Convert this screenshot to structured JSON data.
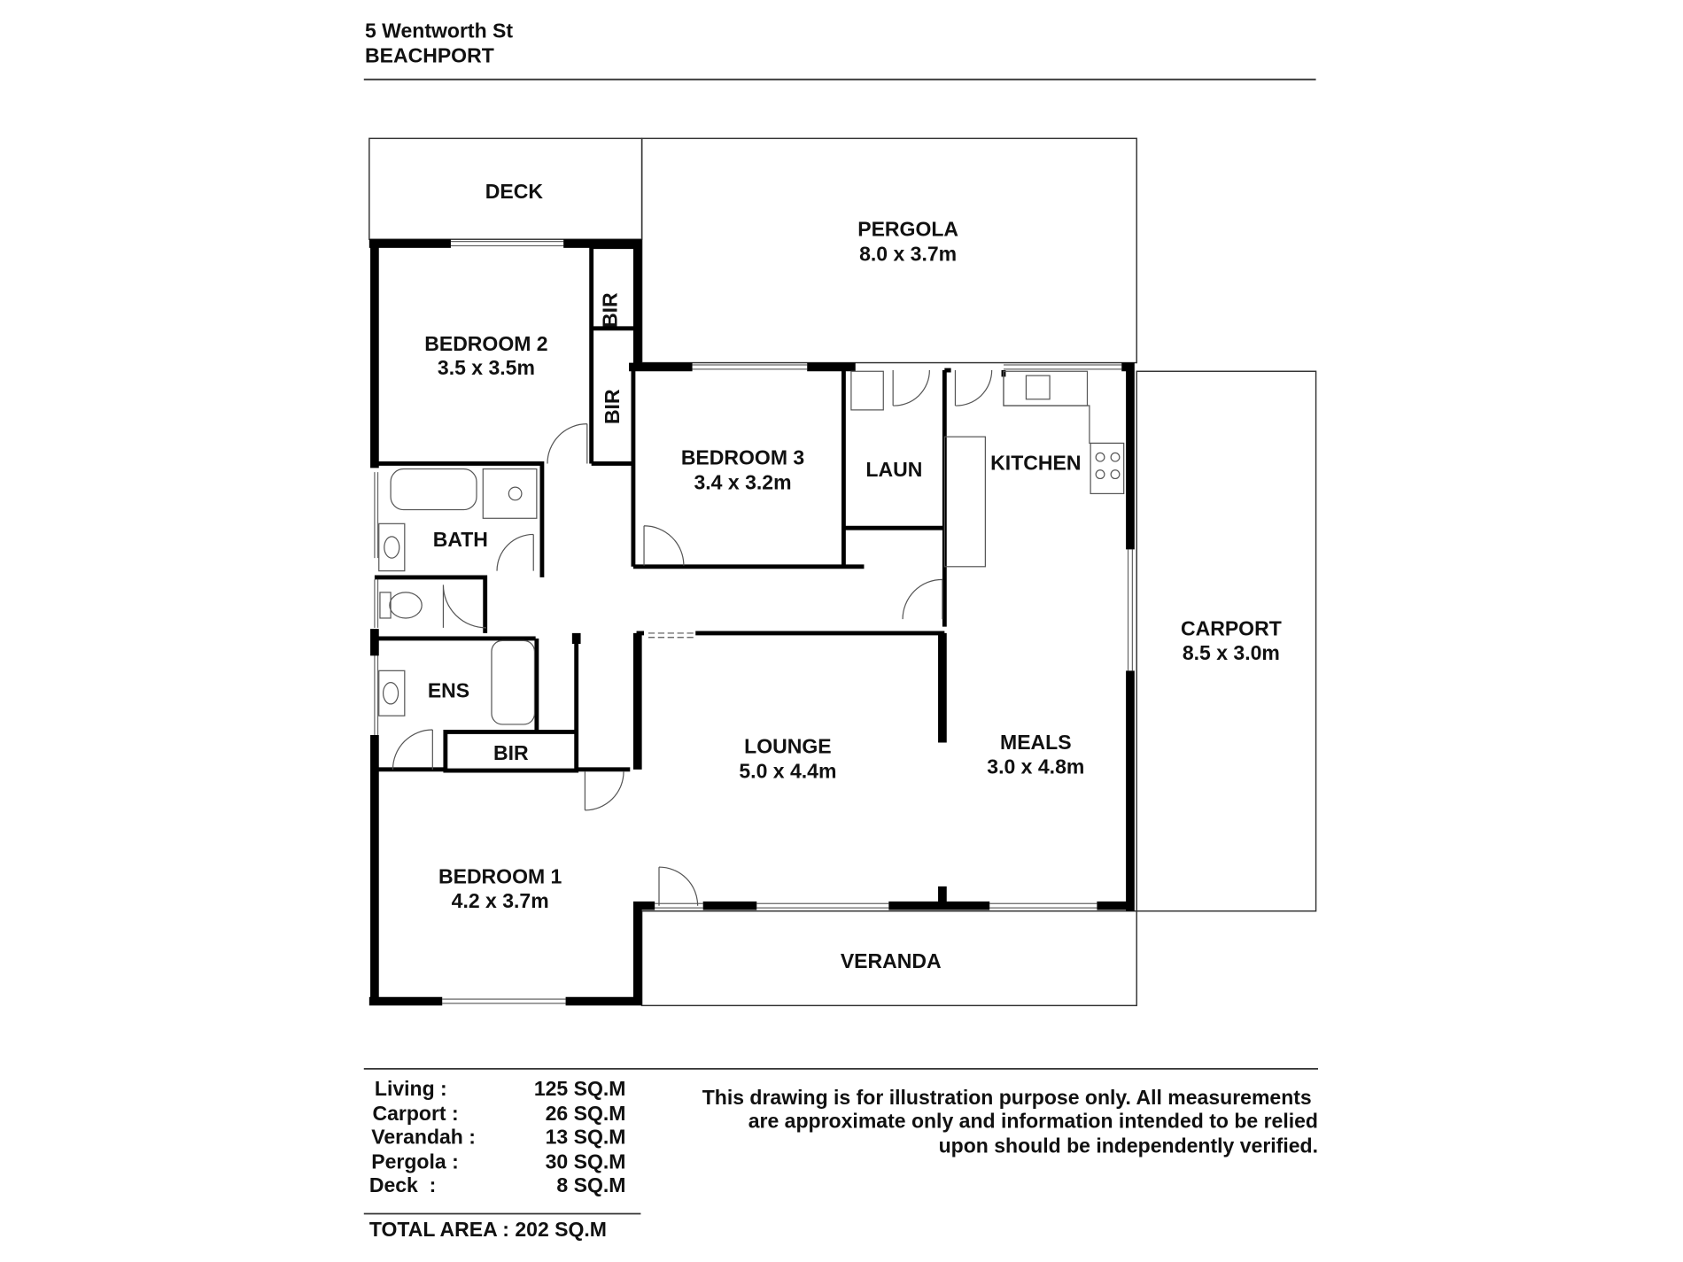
{
  "header": {
    "address": "5 Wentworth St",
    "suburb": "BEACHPORT"
  },
  "rooms": {
    "deck": {
      "name": "DECK"
    },
    "pergola": {
      "name": "PERGOLA",
      "size": "8.0 x 3.7m"
    },
    "bedroom2": {
      "name": "BEDROOM 2",
      "size": "3.5 x 3.5m"
    },
    "bir_a": {
      "name": "BIR"
    },
    "bir_b": {
      "name": "BIR"
    },
    "bedroom3": {
      "name": "BEDROOM 3",
      "size": "3.4 x 3.2m"
    },
    "laundry": {
      "name": "LAUN"
    },
    "kitchen": {
      "name": "KITCHEN"
    },
    "bath": {
      "name": "BATH"
    },
    "ensuite": {
      "name": "ENS"
    },
    "bir_c": {
      "name": "BIR"
    },
    "carport": {
      "name": "CARPORT",
      "size": "8.5 x 3.0m"
    },
    "lounge": {
      "name": "LOUNGE",
      "size": "5.0 x 4.4m"
    },
    "meals": {
      "name": "MEALS",
      "size": "3.0 x 4.8m"
    },
    "bedroom1": {
      "name": "BEDROOM 1",
      "size": "4.2 x 3.7m"
    },
    "veranda": {
      "name": "VERANDA"
    }
  },
  "areas": [
    {
      "label": "Living :",
      "value": "125 SQ.M"
    },
    {
      "label": "Carport :",
      "value": "26 SQ.M"
    },
    {
      "label": "Verandah :",
      "value": "13 SQ.M"
    },
    {
      "label": "Pergola :",
      "value": "30 SQ.M"
    },
    {
      "label": "Deck  :",
      "value": "8 SQ.M"
    }
  ],
  "total_area": "TOTAL AREA : 202 SQ.M",
  "disclaimer": [
    "This drawing is for illustration purpose only. All measurements",
    "are approximate only and information intended to be relied",
    "upon should be independently verified."
  ]
}
